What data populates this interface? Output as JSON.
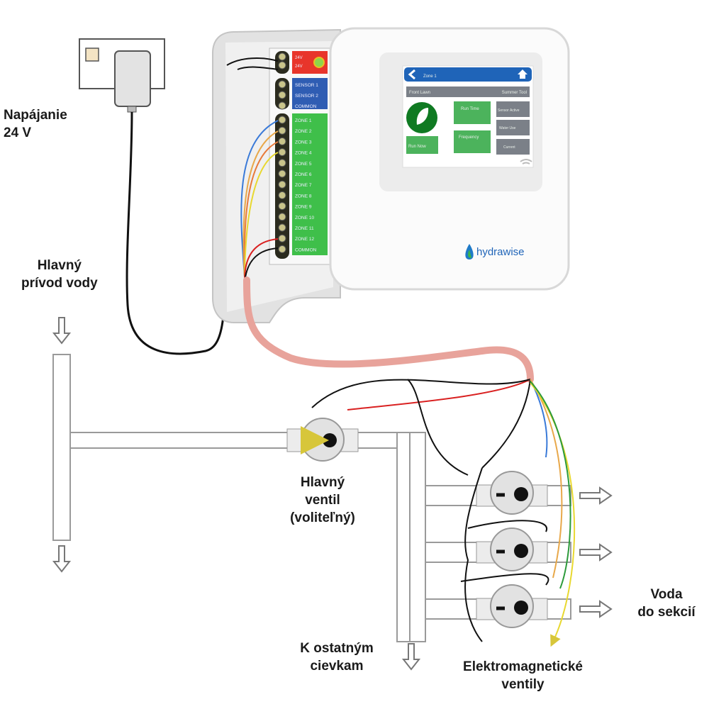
{
  "labels": {
    "power": [
      "Napájanie",
      "24 V"
    ],
    "main_supply": [
      "Hlavný",
      "prívod vody"
    ],
    "main_valve": [
      "Hlavný",
      "ventil",
      "(voliteľný)"
    ],
    "other_coils": [
      "K ostatným",
      "cievkam"
    ],
    "solenoid_valves": [
      "Elektromagnetické",
      "ventily"
    ],
    "water_to_zones": [
      "Voda",
      "do sekcií"
    ]
  },
  "controller": {
    "brand": "hydrawise",
    "terminals": {
      "power": [
        "24V",
        "24V"
      ],
      "sensor": [
        "SENSOR 1",
        "SENSOR 2",
        "COMMON"
      ],
      "zones": [
        "ZONE 1",
        "ZONE 2",
        "ZONE 3",
        "ZONE 4",
        "ZONE 5",
        "ZONE 6",
        "ZONE 7",
        "ZONE 8",
        "ZONE 9",
        "ZONE 10",
        "ZONE 11",
        "ZONE 12",
        "COMMON"
      ]
    },
    "screen": {
      "title": "Zone 1",
      "zone_name": "Front Lawn",
      "schedule": "Summer Tool",
      "run_now": "Run Now",
      "run_time": "Run Time",
      "frequency": "Frequency",
      "sensor": "Sensor Active",
      "water_use": "Water Use",
      "current": "Current"
    }
  },
  "colors": {
    "power_block": "#e8352b",
    "sensor_block": "#2f5db3",
    "zone_block": "#3fbf4a",
    "cable": "#e8a39b",
    "screen_header": "#1f64b8"
  }
}
